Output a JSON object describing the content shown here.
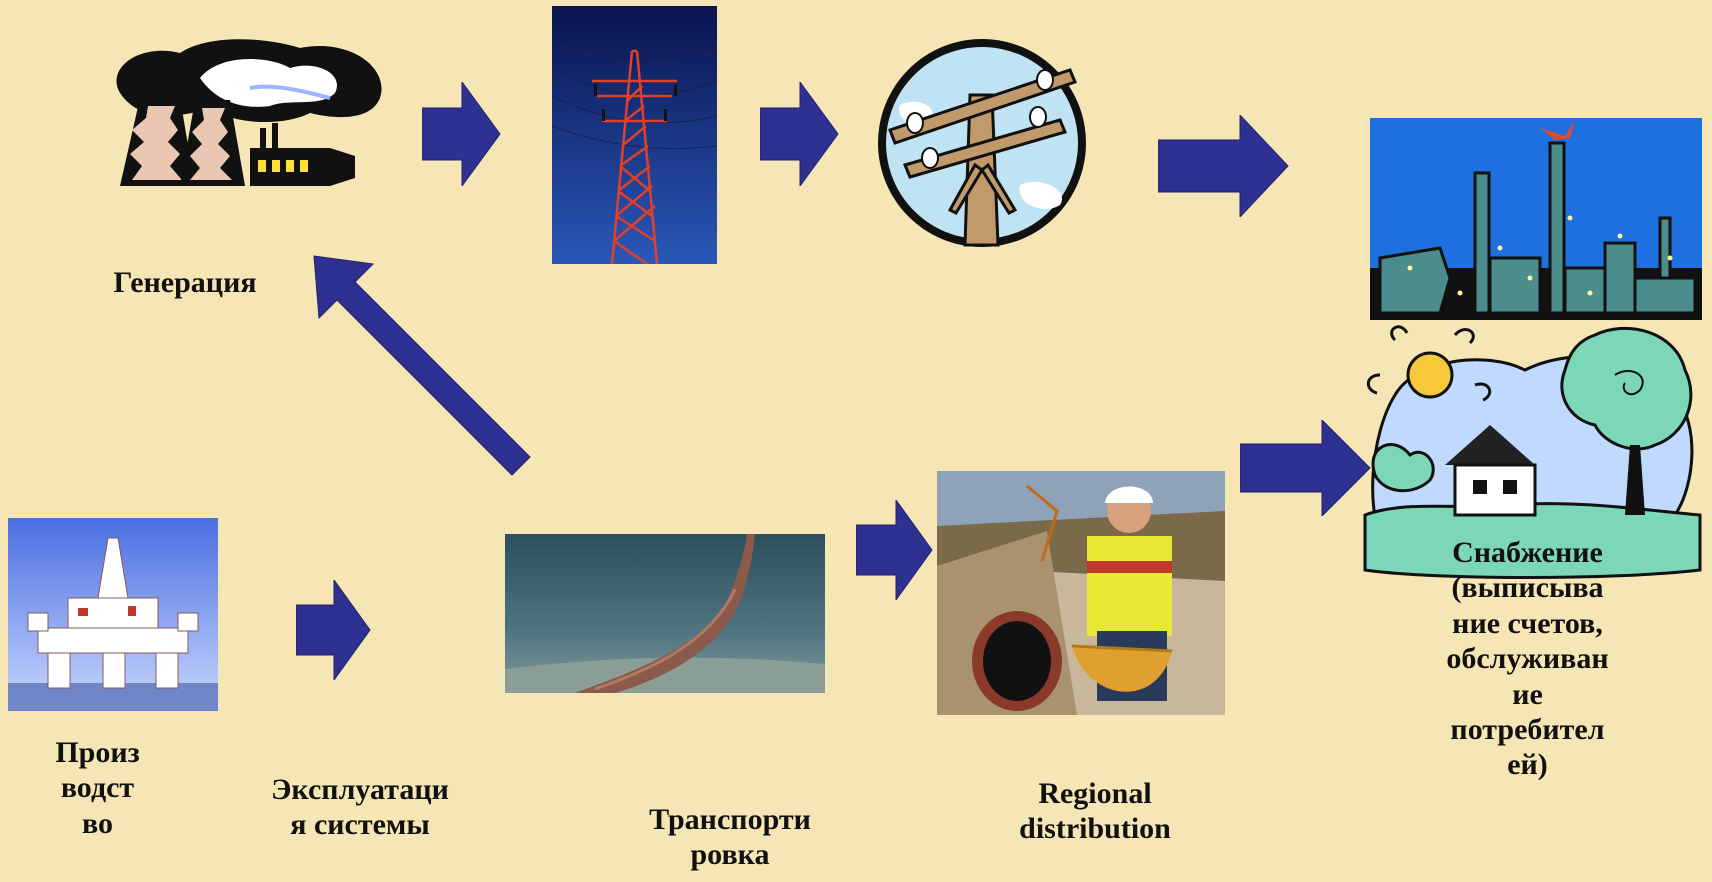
{
  "diagram": {
    "labels": {
      "generation": "Генерация",
      "production": "Произ\nводст\nво",
      "system_operation": "Эксплуатаци\nя системы",
      "transport": "Транспорти\nровка",
      "regional_distribution": "Regional\ndistribution",
      "supply": "Снабжение\n(выписыва\nние счетов,\nобслуживан\nие\nпотребител\nей)"
    },
    "colors": {
      "background": "#F6E5B5",
      "arrow": "#2E3192"
    },
    "icons": {
      "power_plant": "power-plant-icon",
      "transmission_tower": "transmission-tower-photo",
      "utility_pole": "utility-pole-icon",
      "industrial_plant": "industrial-plant-icon",
      "offshore_rig": "offshore-rig-photo",
      "subsea_pipeline": "subsea-pipeline-photo",
      "pipeline_worker": "pipeline-worker-photo",
      "house": "house-icon"
    }
  }
}
